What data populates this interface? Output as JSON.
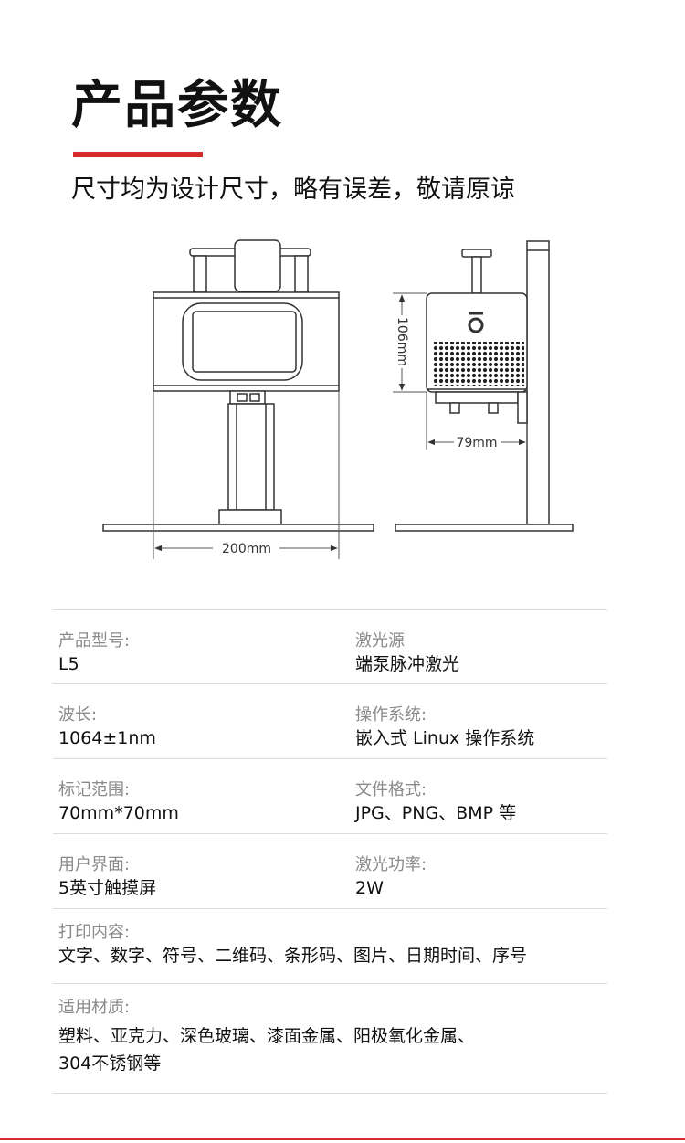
{
  "header": {
    "title": "产品参数",
    "subtitle": "尺寸均为设计尺寸，略有误差，敬请原谅"
  },
  "diagram": {
    "width_label": "200mm",
    "height_label": "106mm",
    "depth_label": "79mm"
  },
  "specs": {
    "model": {
      "label": "产品型号:",
      "value": "L5"
    },
    "laser_source": {
      "label": "激光源",
      "value": "端泵脉冲激光"
    },
    "wavelength": {
      "label": "波长:",
      "value": "1064±1nm"
    },
    "os": {
      "label": "操作系统:",
      "value": "嵌入式 Linux 操作系统"
    },
    "mark_range": {
      "label": "标记范围:",
      "value": "70mm*70mm"
    },
    "file_format": {
      "label": "文件格式:",
      "value": "JPG、PNG、BMP 等"
    },
    "ui": {
      "label": "用户界面:",
      "value": "5英寸触摸屏"
    },
    "power": {
      "label": "激光功率:",
      "value": "2W"
    },
    "print_content": {
      "label": "打印内容:",
      "value": "文字、数字、符号、二维码、条形码、图片、日期时间、序号"
    },
    "materials": {
      "label": "适用材质:",
      "value_line1": "塑料、亚克力、深色玻璃、漆面金属、阳极氧化金属、",
      "value_line2": "304不锈钢等"
    }
  },
  "colors": {
    "accent": "#d42b2b",
    "divider": "#dcdcdc",
    "label_gray": "#8a8a8a"
  }
}
